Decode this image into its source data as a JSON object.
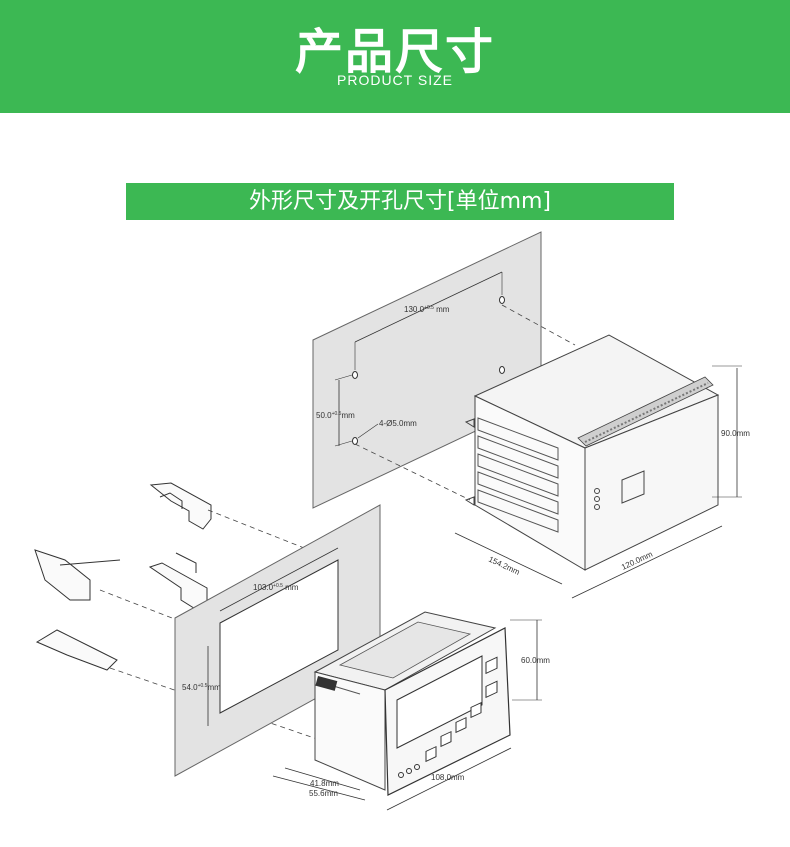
{
  "header": {
    "title": "产品尺寸",
    "subtitle": "PRODUCT SIZE"
  },
  "section": {
    "label": "外形尺寸及开孔尺寸[单位mm]"
  },
  "dimensions": {
    "top_width": "130.0",
    "top_width_tol": "+0.5",
    "top_height": "50.0",
    "top_height_tol": "+0.5",
    "holes": "4-Ø5.0mm",
    "box_height": "90.0mm",
    "box_depth": "154.2mm",
    "box_width": "120.0mm",
    "cut_width": "103.0",
    "cut_width_tol": "+0.5",
    "cut_height": "54.0",
    "cut_height_tol": "+0.5",
    "front_height": "60.0mm",
    "front_width": "108.0mm",
    "depth_a": "41.8mm",
    "depth_b": "55.6mm",
    "unit": "mm"
  }
}
